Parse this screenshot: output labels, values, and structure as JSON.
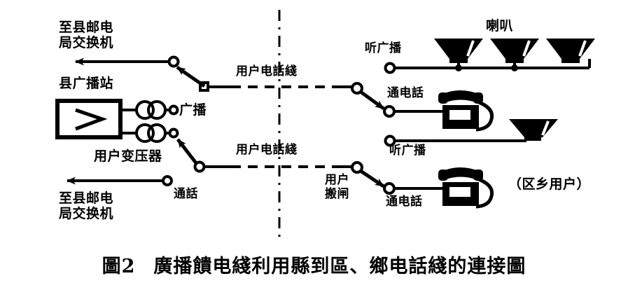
{
  "figure": {
    "caption_number": "圖2",
    "caption_text": "廣播饋电綫利用縣到區、鄉电話綫的連接圖",
    "colors": {
      "ink": "#000000",
      "background": "#ffffff"
    }
  },
  "left_section": {
    "top_exchange_line1": "至县邮电",
    "top_exchange_line2": "局交换机",
    "station_label": "县广播站",
    "amplifier_symbol": ">",
    "broadcast_output_label": "广播",
    "transformer_label": "用户变压器",
    "bottom_exchange_line1": "至县邮电",
    "bottom_exchange_line2": "局交换机",
    "bottom_call_label": "通話"
  },
  "middle_section": {
    "subscriber_line_upper": "用户电話綫",
    "subscriber_line_lower": "用户电話綫",
    "user_switch_line1": "用户",
    "user_switch_line2": "搬闸",
    "divider_style": "dash-dot-vertical"
  },
  "right_section": {
    "speaker_label": "喇叭",
    "listen_broadcast_upper": "听广播",
    "listen_broadcast_lower": "听广播",
    "phone_call_upper": "通电話",
    "phone_call_lower": "通电話",
    "subscriber_note": "（区乡用户）",
    "speaker_count_upper": 3,
    "speaker_count_lower": 1,
    "telephone_count": 2
  },
  "icons": {
    "amplifier": "amplifier-triangle-icon",
    "transformer": "transformer-coil-icon",
    "speaker": "horn-speaker-icon",
    "telephone": "desk-telephone-icon",
    "terminal": "terminal-circle-icon",
    "junction": "junction-dot-icon",
    "arrow": "arrow-head-icon"
  }
}
